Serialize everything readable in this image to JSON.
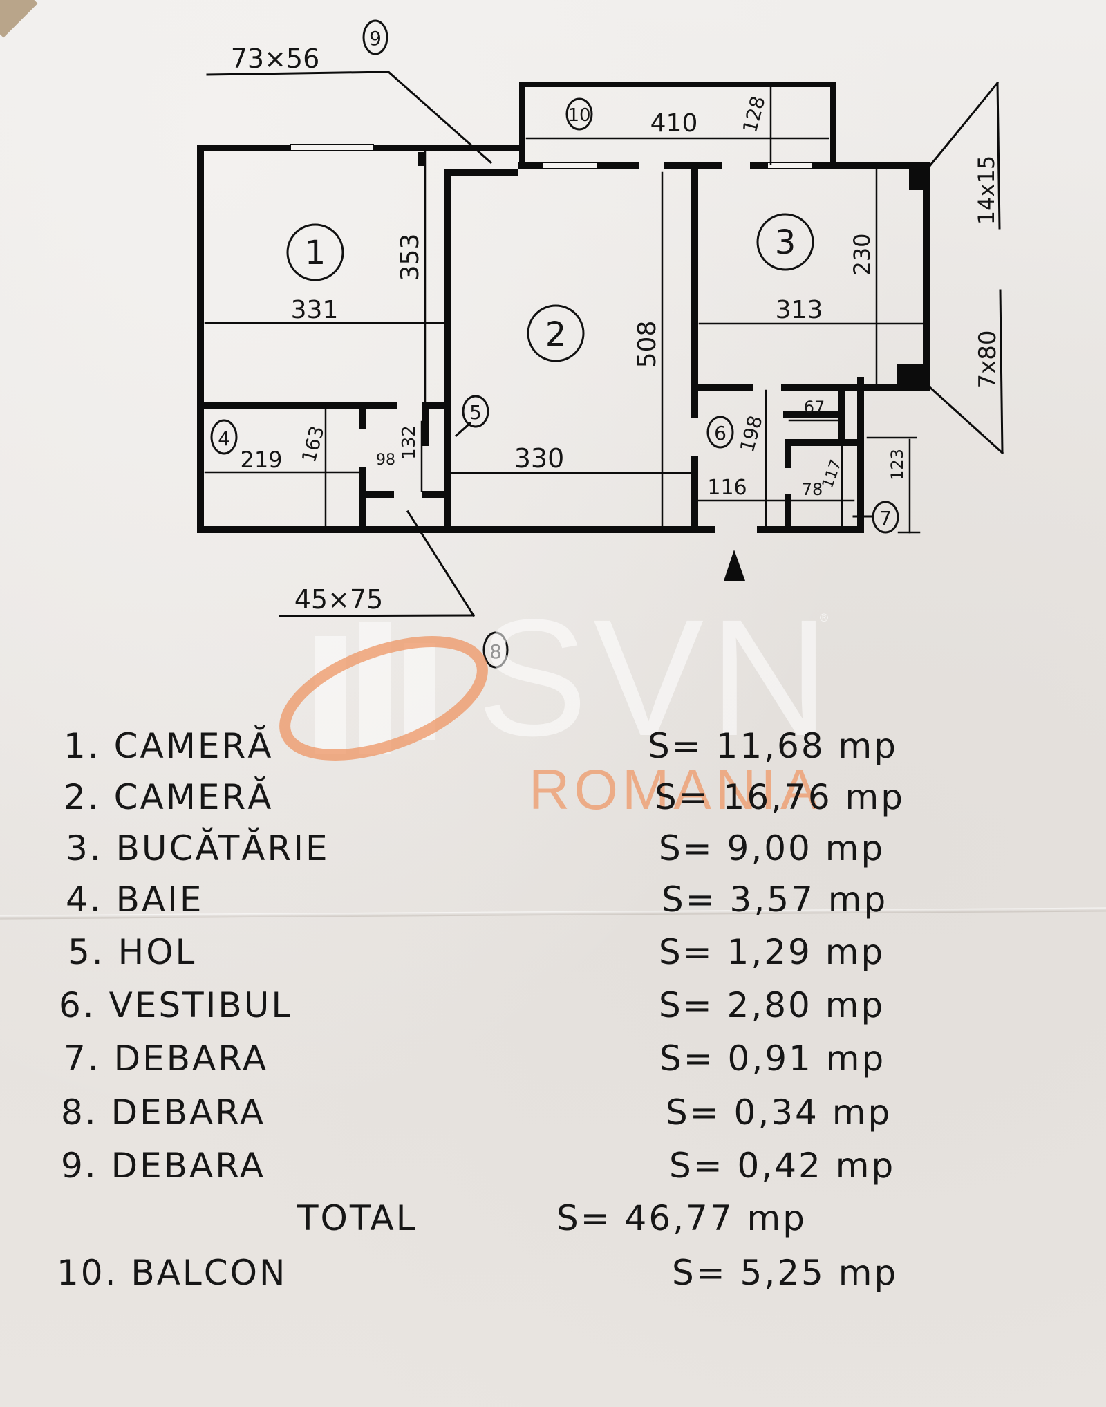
{
  "plan": {
    "rooms": [
      {
        "id": "1",
        "dims": [
          "331",
          "353"
        ]
      },
      {
        "id": "2",
        "dims": [
          "330",
          "508"
        ]
      },
      {
        "id": "3",
        "dims": [
          "313",
          "230"
        ]
      },
      {
        "id": "4",
        "dims": [
          "219",
          "163"
        ]
      },
      {
        "id": "5",
        "dims": [
          "98",
          "132"
        ]
      },
      {
        "id": "6",
        "dims": [
          "116",
          "198",
          "67"
        ]
      },
      {
        "id": "7",
        "dims": [
          "78",
          "117",
          "123"
        ]
      },
      {
        "id": "8",
        "dims": [
          "45x75"
        ]
      },
      {
        "id": "9",
        "dims": [
          "73x56"
        ]
      },
      {
        "id": "10",
        "dims": [
          "410",
          "128"
        ]
      }
    ],
    "callouts": {
      "room9": "73×56",
      "room8": "45×75",
      "window_top": "14x15",
      "window_bottom": "7x80"
    },
    "entrance_marker": "entrance-arrow"
  },
  "legend": {
    "rows": [
      {
        "label": "1. CAMERĂ",
        "value": "S= 11,68 mp"
      },
      {
        "label": "2. CAMERĂ",
        "value": "S= 16,76 mp"
      },
      {
        "label": "3. BUCĂTĂRIE",
        "value": "S= 9,00 mp"
      },
      {
        "label": "4. BAIE",
        "value": "S= 3,57 mp"
      },
      {
        "label": "5. HOL",
        "value": "S= 1,29 mp"
      },
      {
        "label": "6. VESTIBUL",
        "value": "S= 2,80 mp"
      },
      {
        "label": "7. DEBARA",
        "value": "S= 0,91 mp"
      },
      {
        "label": "8. DEBARA",
        "value": "S= 0,34 mp"
      },
      {
        "label": "9. DEBARA",
        "value": "S= 0,42 mp"
      }
    ],
    "total": {
      "label": "TOTAL",
      "value": "S= 46,77 mp"
    },
    "balcony": {
      "label": "10. BALCON",
      "value": "S= 5,25 mp"
    }
  },
  "watermark": {
    "brand": "SVN",
    "subtitle": "ROMANIA",
    "registered": "®",
    "accent_color": "#ee9664"
  }
}
